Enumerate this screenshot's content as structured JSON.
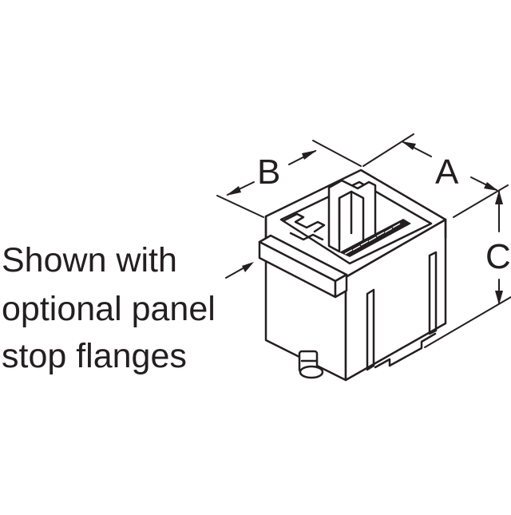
{
  "diagram": {
    "dimension_labels": {
      "a": "A",
      "b": "B",
      "c": "C"
    },
    "note_lines": [
      "Shown with",
      "optional panel",
      "stop flanges"
    ],
    "colors": {
      "ink": "#231f20",
      "background": "#ffffff",
      "fill": "#ffffff",
      "contacts": "#231f20"
    }
  }
}
